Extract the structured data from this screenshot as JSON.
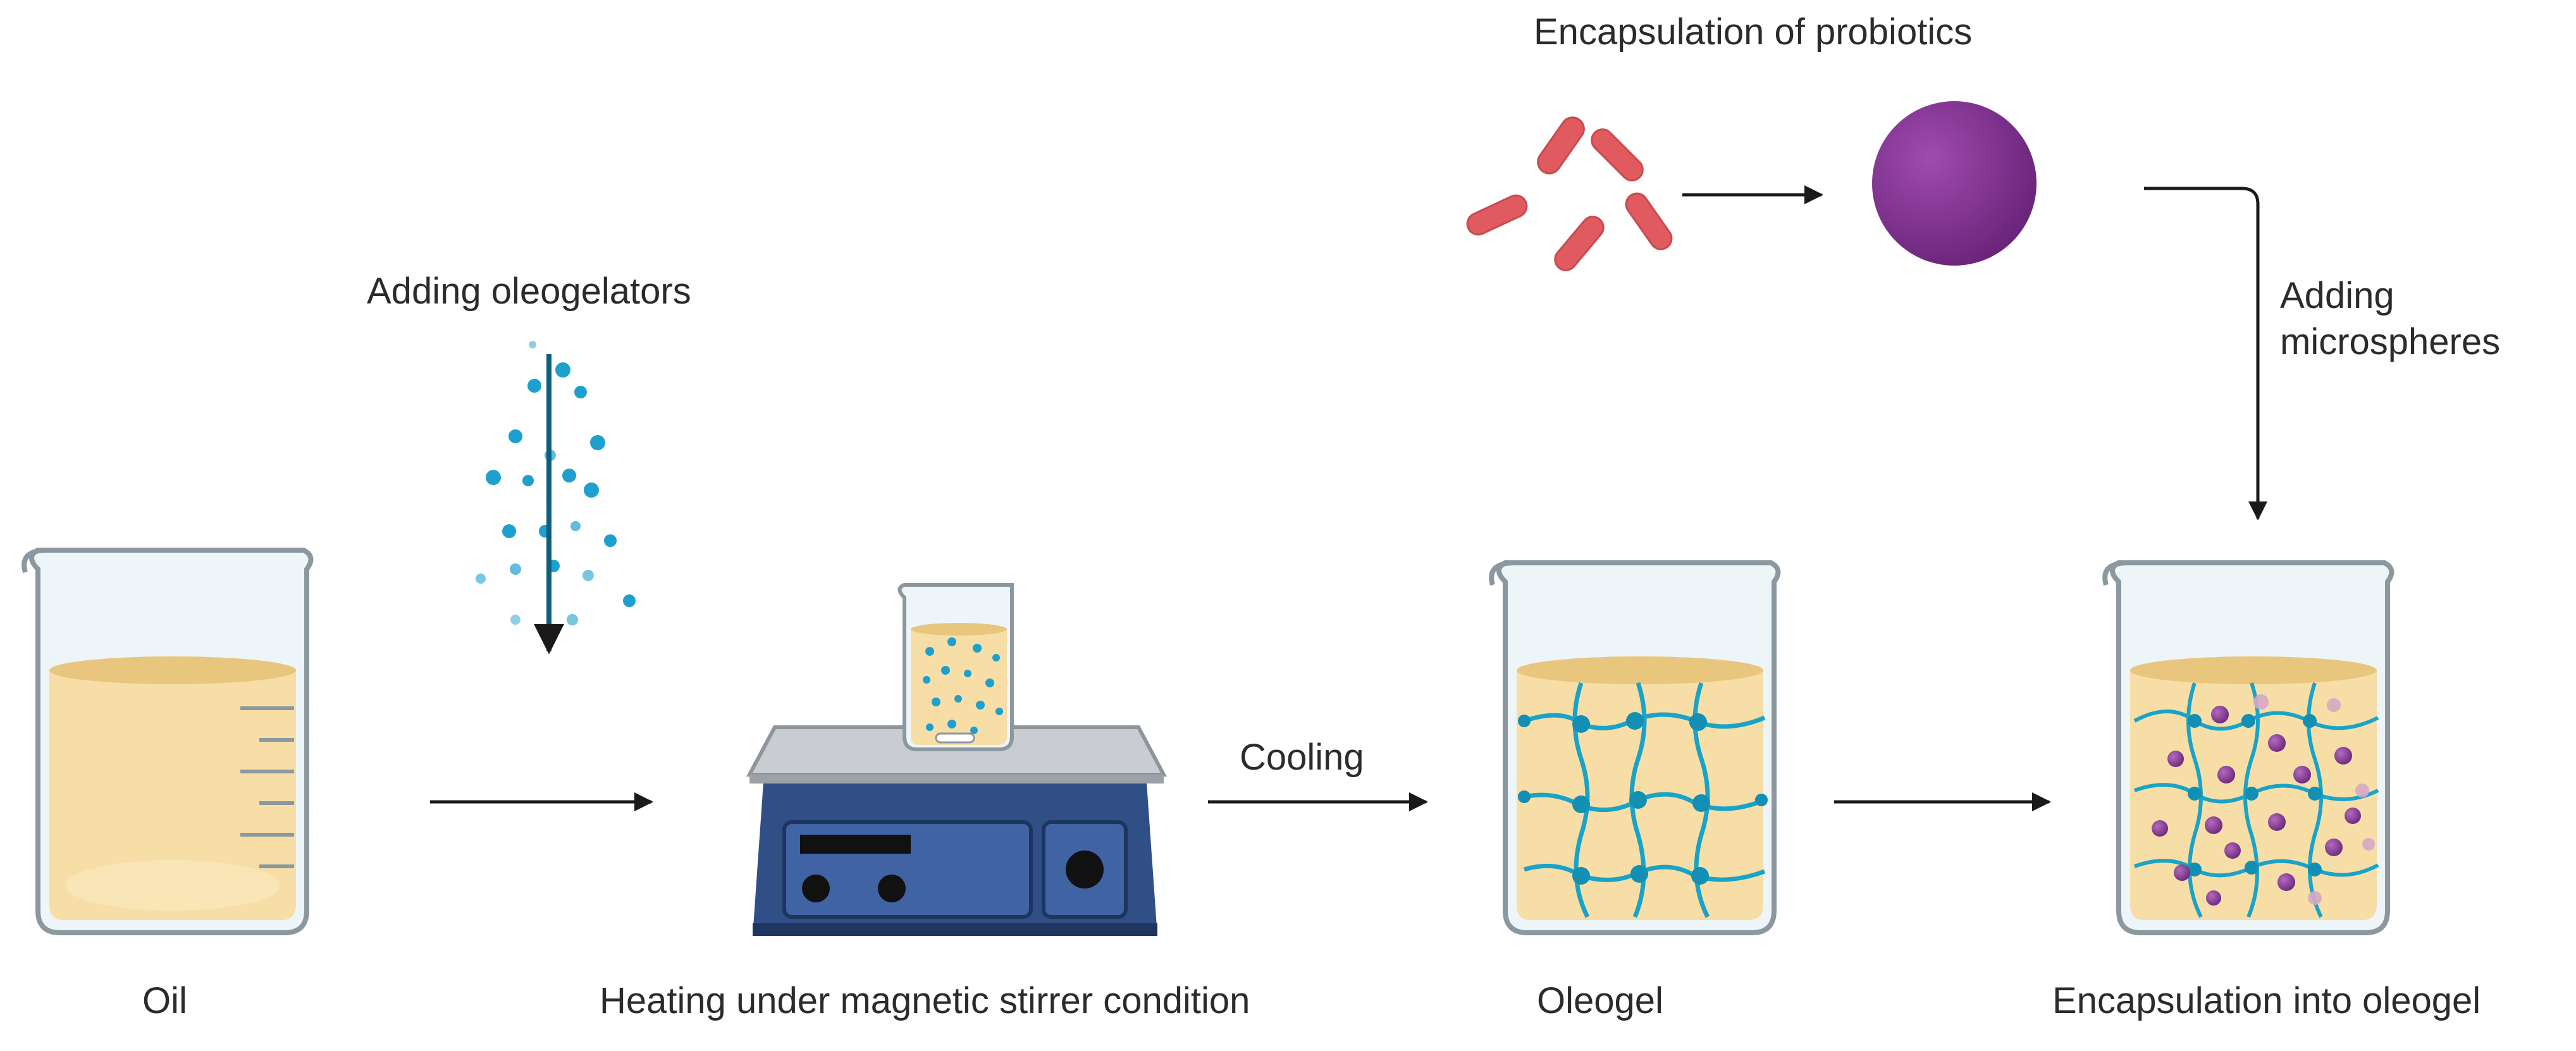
{
  "labels": {
    "oil": "Oil",
    "adding_oleogelators": "Adding oleogelators",
    "heating": "Heating under magnetic stirrer condition",
    "cooling": "Cooling",
    "oleogel": "Oleogel",
    "encapsulation_probiotics": "Encapsulation of probiotics",
    "adding_microspheres_line1": "Adding",
    "adding_microspheres_line2": "microspheres",
    "encapsulation_oleogel": "Encapsulation into oleogel"
  },
  "colors": {
    "oil": "#f6dea6",
    "oil_dark": "#e8c67e",
    "glass": "#eef5f8",
    "glass_stroke": "#8b98a0",
    "network": "#1aa3c8",
    "network_node": "#138fb4",
    "probiotic": "#e05a5f",
    "microsphere": "#7e2f8e",
    "stirrer": "#2f4f86",
    "stirrer_dark": "#1d355f",
    "plate": "#c9cdd1",
    "arrow": "#1a1a1a",
    "dots": "#1ea0cf"
  },
  "icons": [
    "beaker-icon",
    "stirrer-icon",
    "bacteria-icon",
    "microsphere-icon"
  ]
}
